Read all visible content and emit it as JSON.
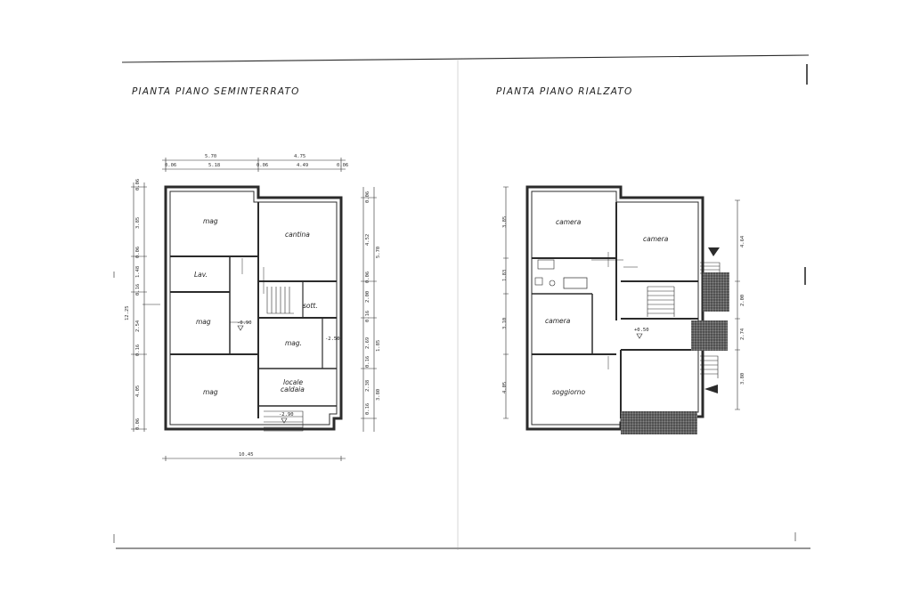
{
  "left_plan": {
    "title": "PIANTA  PIANO  SEMINTERRATO",
    "rooms": {
      "mag_top": "mag",
      "cantina": "cantina",
      "lav": "Lav.",
      "mag_mid": "mag",
      "sott": "sott.",
      "mag_right": "mag.",
      "locale_caldaia_1": "locale",
      "locale_caldaia_2": "caldaia",
      "mag_bottom": "mag"
    },
    "levels": {
      "inner": "-0.90",
      "entrance": "-2.90",
      "small": "-2.50"
    },
    "top_dims": {
      "row1_a": "5.70",
      "row1_b": "4.75",
      "row2_a": "0.06",
      "row2_b": "5.18",
      "row2_c": "0.06",
      "row2_d": "4.49",
      "row2_e": "0.06"
    },
    "bottom_dim": "10.45",
    "left_dims": [
      "0.06",
      "3.85",
      "0.06",
      "1.48",
      "0.16",
      "2.54",
      "0.16",
      "4.05",
      "0.06"
    ],
    "left_total": "12.25",
    "right_dims_inner": [
      "0.06",
      "4.52",
      "0.06",
      "2.00",
      "0.16",
      "2.69",
      "0.16",
      "2.38",
      "0.16"
    ],
    "right_dims_outer": [
      "5.70",
      "1.85",
      "3.80"
    ]
  },
  "right_plan": {
    "title": "PIANTA  PIANO  RIALZATO",
    "rooms": {
      "camera_top_left": "camera",
      "camera_top_right": "camera",
      "camera_mid": "camera",
      "soggiorno": "soggiorno"
    },
    "levels": {
      "hall": "+0.50"
    },
    "left_dims": [
      "3.85",
      "1.83",
      "3.10",
      "4.05"
    ],
    "right_dims": [
      "4.64",
      "2.00",
      "2.74",
      "3.80"
    ]
  },
  "colors": {
    "line": "#2b2b2b",
    "hatch": "#555555",
    "paper": "#ffffff"
  }
}
